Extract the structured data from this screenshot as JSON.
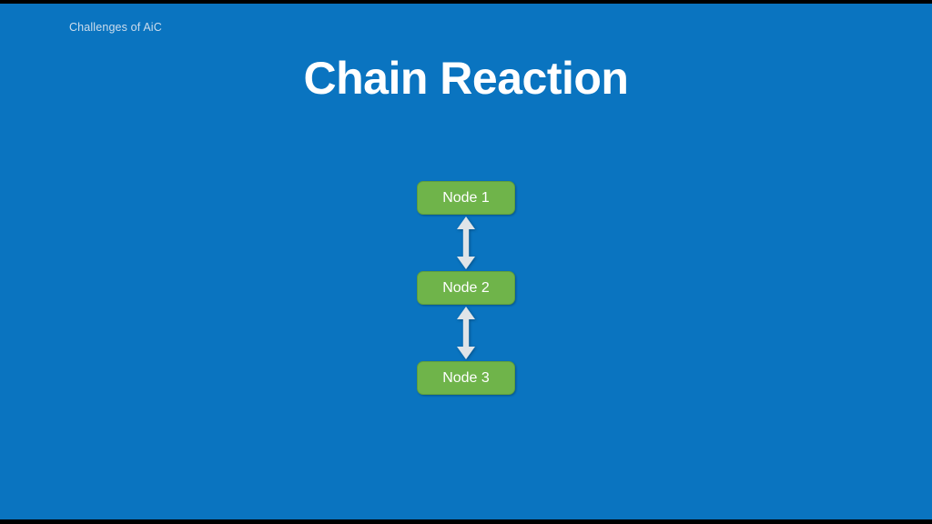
{
  "slide": {
    "kicker": "Challenges of AiC",
    "title": "Chain Reaction",
    "background_color": "#0a74c0",
    "band_color": "#000000",
    "kicker_color": "#cdddec",
    "title_color": "#ffffff"
  },
  "diagram": {
    "node_fill": "#6fb44a",
    "node_border": "#5f9f3d",
    "node_text_color": "#ffffff",
    "arrow_color": "#dfe4e8",
    "nodes": [
      {
        "label": "Node 1"
      },
      {
        "label": "Node 2"
      },
      {
        "label": "Node 3"
      }
    ],
    "connectors": [
      {
        "name": "node1-node2",
        "type": "double-arrow-vertical"
      },
      {
        "name": "node2-node3",
        "type": "double-arrow-vertical"
      }
    ]
  }
}
